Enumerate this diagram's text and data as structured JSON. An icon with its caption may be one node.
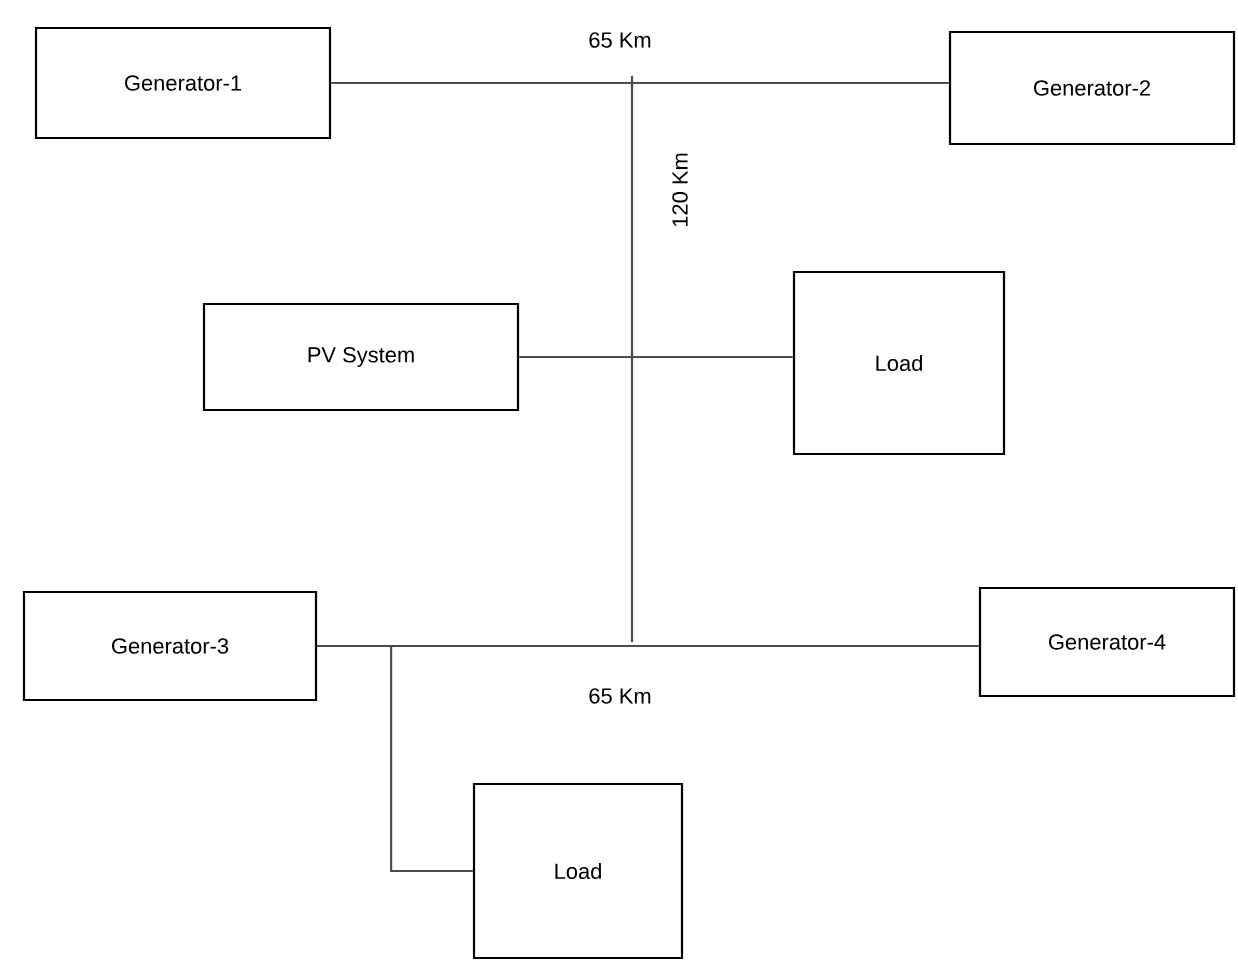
{
  "diagram": {
    "nodes": [
      {
        "text": [
          "Generator-1"
        ]
      },
      {
        "text": [
          "Generator-2"
        ]
      },
      {
        "text": [
          "PV System"
        ]
      },
      {
        "text": [
          "Load"
        ]
      },
      {
        "text": [
          "Generator-3"
        ]
      },
      {
        "text": [
          "Generator-4"
        ]
      },
      {
        "text": [
          "Load"
        ]
      }
    ],
    "edges": [
      {
        "from": 0,
        "to": 1,
        "arrow": "none",
        "label": "65 Km"
      },
      {
        "from": 2,
        "to": 3,
        "arrow": "none"
      },
      {
        "from": 4,
        "to": 5,
        "arrow": "none",
        "label": "65 Km"
      },
      {
        "from": 4,
        "to": 6,
        "arrow": "none"
      }
    ],
    "labels": [
      "120 Km"
    ]
  }
}
